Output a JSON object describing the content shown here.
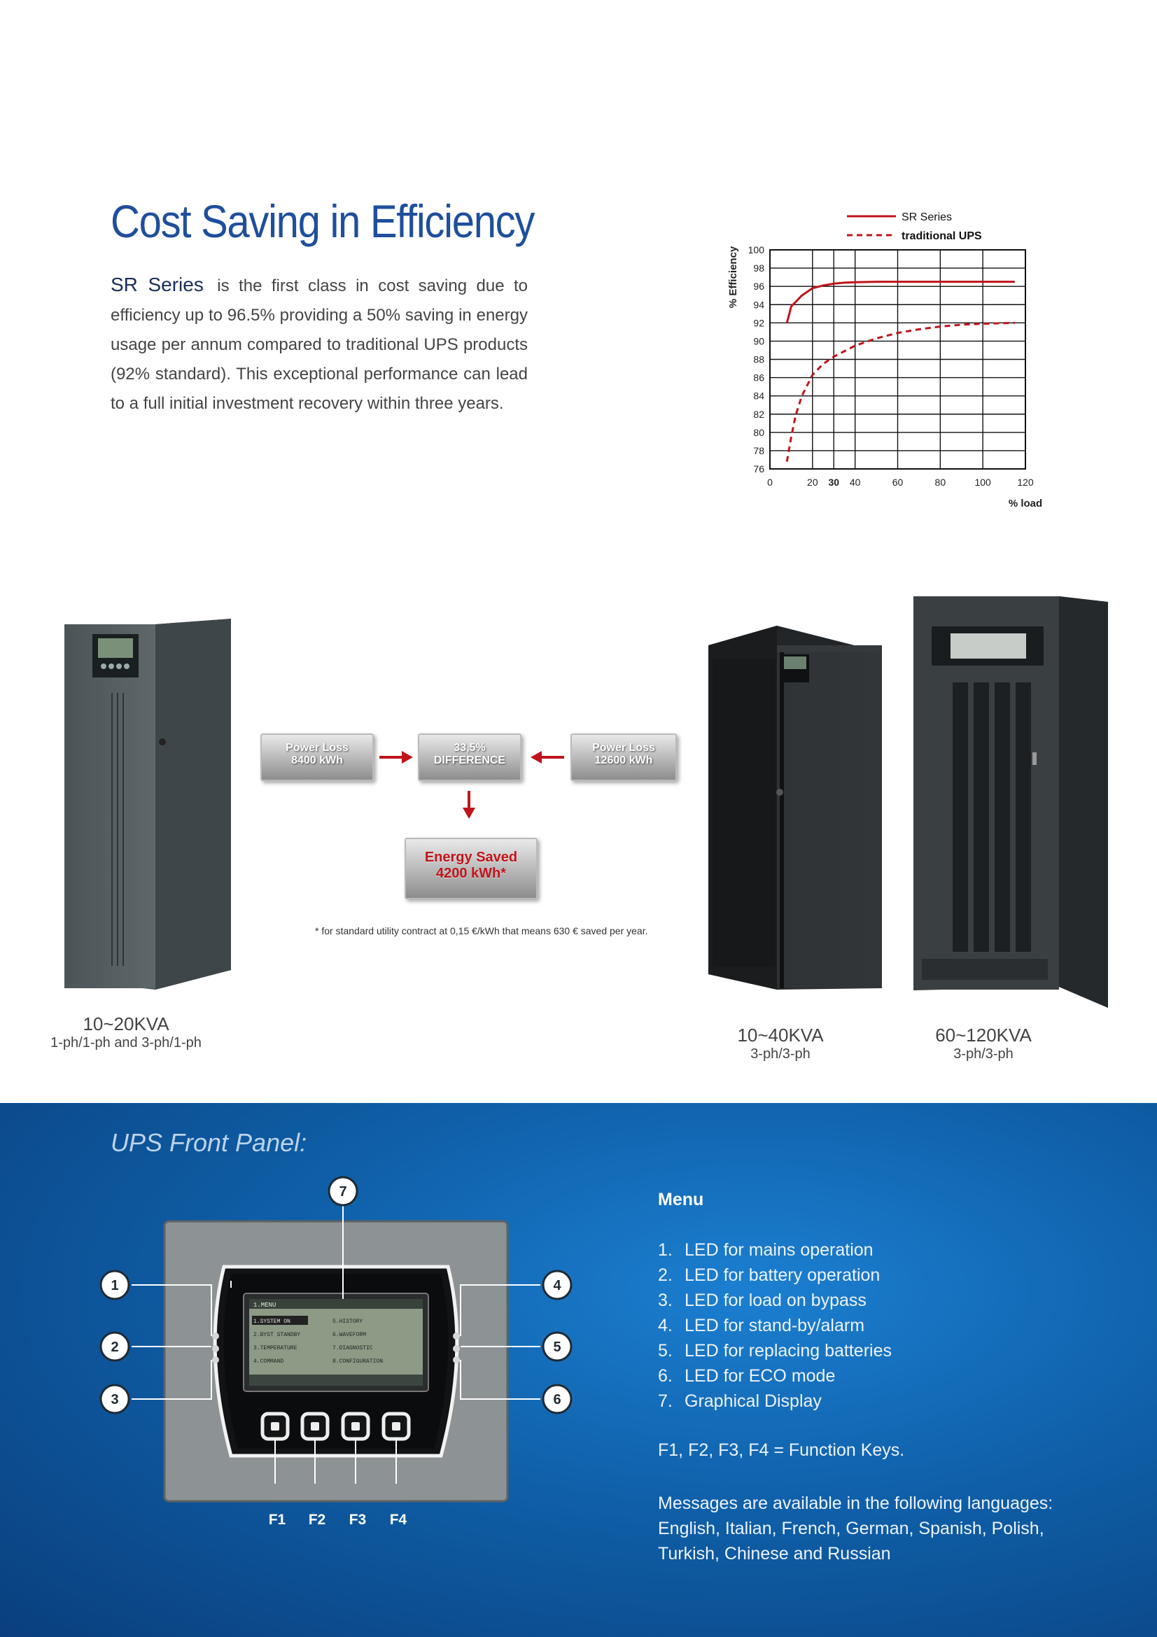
{
  "title": "Cost Saving in Efficiency",
  "intro": {
    "brand": "SR Series",
    "text": "is the first class in cost saving due to efficiency up to 96.5% providing a 50% saving in energy usage per annum compared to traditional UPS products (92% standard). This exceptional performance can lead to a full initial investment recovery within three years."
  },
  "chart_data": {
    "type": "line",
    "title": "",
    "xlabel": "% load",
    "ylabel": "% Efficiency",
    "xlim": [
      0,
      120
    ],
    "ylim": [
      76,
      100
    ],
    "x_ticks": [
      "0",
      "20",
      "30",
      "40",
      "60",
      "80",
      "100",
      "120"
    ],
    "y_ticks": [
      "76",
      "78",
      "80",
      "82",
      "84",
      "86",
      "88",
      "90",
      "92",
      "94",
      "96",
      "98",
      "100"
    ],
    "grid": true,
    "legend_position": "top-right",
    "series": [
      {
        "name": "SR Series",
        "style": "solid",
        "color": "#c0141b",
        "x": [
          8,
          10,
          15,
          20,
          25,
          30,
          35,
          40,
          50,
          60,
          80,
          100,
          115
        ],
        "y": [
          92.0,
          93.8,
          95.0,
          95.8,
          96.1,
          96.3,
          96.4,
          96.45,
          96.5,
          96.5,
          96.5,
          96.5,
          96.5
        ]
      },
      {
        "name": "traditional UPS",
        "style": "dashed",
        "color": "#c0141b",
        "x": [
          8,
          10,
          12,
          15,
          20,
          25,
          30,
          40,
          50,
          60,
          70,
          80,
          90,
          100,
          115
        ],
        "y": [
          76.8,
          79.5,
          81.8,
          84.0,
          86.3,
          87.5,
          88.3,
          89.5,
          90.3,
          90.9,
          91.3,
          91.6,
          91.8,
          91.9,
          92.0
        ]
      }
    ]
  },
  "ups_units": [
    {
      "model": "10~20KVA",
      "phase": "1-ph/1-ph and 3-ph/1-ph"
    },
    {
      "model": "10~40KVA",
      "phase": "3-ph/3-ph"
    },
    {
      "model": "60~120KVA",
      "phase": "3-ph/3-ph"
    }
  ],
  "flow": {
    "loss_sr": {
      "line1": "Power Loss",
      "line2": "8400 kWh"
    },
    "difference": {
      "line1": "33,5%",
      "line2": "DIFFERENCE"
    },
    "loss_trad": {
      "line1": "Power Loss",
      "line2": "12600 kWh"
    },
    "saved": {
      "line1": "Energy Saved",
      "line2": "4200 kWh*"
    },
    "footnote": "* for standard utility contract at 0,15 €/kWh that means 630 € saved per year."
  },
  "front_panel": {
    "heading": "UPS Front Panel:",
    "callouts": [
      "1",
      "2",
      "3",
      "4",
      "5",
      "6",
      "7"
    ],
    "keys": [
      "F1",
      "F2",
      "F3",
      "F4"
    ],
    "display_lines": [
      "1.MENU",
      "1.SYSTEM ON",
      "2.BYST STANDBY",
      "3.TEMPERATURE",
      "4.COMMAND",
      "5.HISTORY",
      "6.WAVEFORM",
      "7.DIAGNOSTIC",
      "8.CONFIGURATION"
    ]
  },
  "menu": {
    "title": "Menu",
    "items": [
      {
        "num": "1.",
        "text": "LED for mains operation"
      },
      {
        "num": "2.",
        "text": "LED for battery operation"
      },
      {
        "num": "3.",
        "text": "LED for load on bypass"
      },
      {
        "num": "4.",
        "text": "LED for stand-by/alarm"
      },
      {
        "num": "5.",
        "text": "LED for replacing batteries"
      },
      {
        "num": "6.",
        "text": "LED for ECO mode"
      },
      {
        "num": "7.",
        "text": "Graphical Display"
      }
    ],
    "function_keys_note": "F1, F2, F3, F4 = Function Keys.",
    "languages_note": "Messages are available in the following languages: English, Italian, French, German, Spanish, Polish, Turkish, Chinese and Russian"
  },
  "colors": {
    "title_blue": "#1f4f9c",
    "accent_red": "#c0141b",
    "panel_blue": "#0f5fa8"
  }
}
